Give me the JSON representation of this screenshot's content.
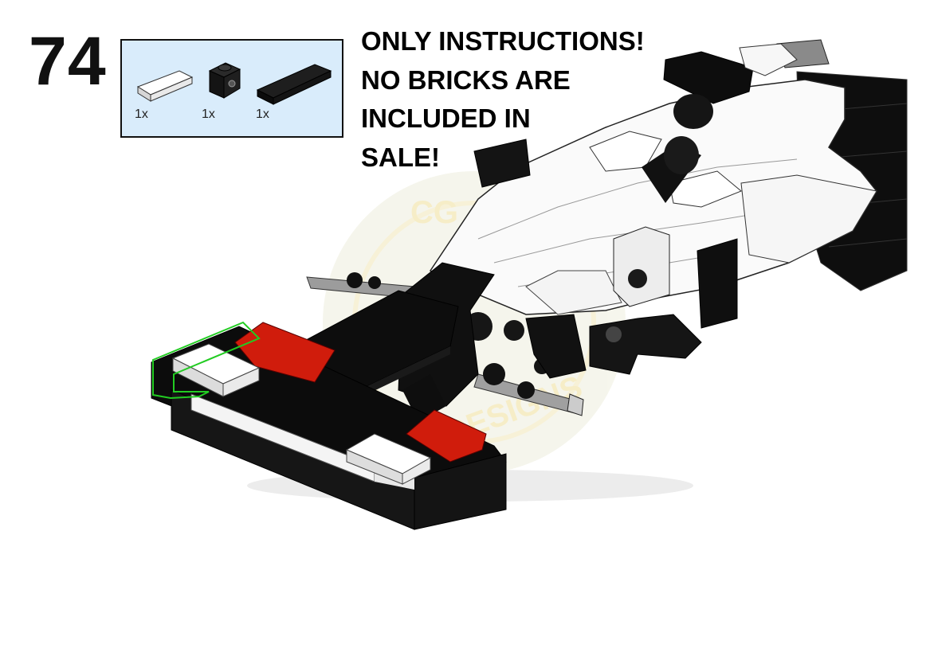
{
  "step": {
    "number": "74"
  },
  "parts": [
    {
      "name": "white-tile-1x2",
      "qty": "1x"
    },
    {
      "name": "black-bracket-1x1",
      "qty": "1x"
    },
    {
      "name": "black-tile-1x4",
      "qty": "1x"
    }
  ],
  "notice": {
    "lines": [
      "ONLY INSTRUCTIONS!",
      "NO BRICKS ARE",
      "INCLUDED IN",
      "SALE!"
    ]
  },
  "watermark": {
    "top_text": "CG",
    "bottom_text": "DESIGNS"
  },
  "colors": {
    "parts_bg": "#d9ecfb",
    "brick_red": "#d01c0c",
    "highlight": "#22cc22",
    "brick_black": "#0b0b0b"
  }
}
